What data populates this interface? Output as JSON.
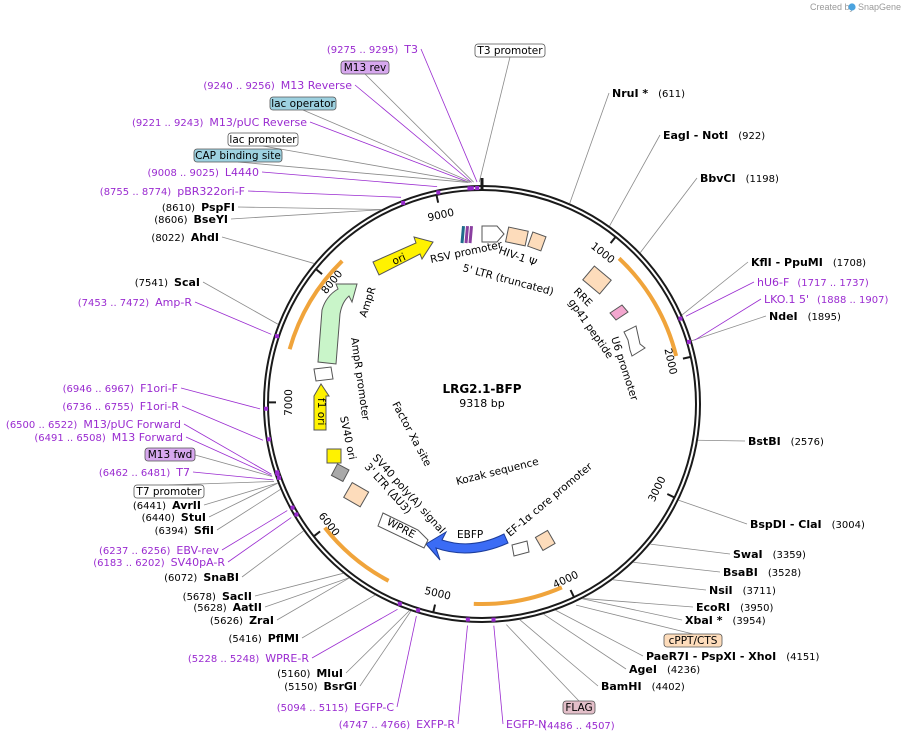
{
  "brand": {
    "prefix": "Created by",
    "name": "SnapGene"
  },
  "plasmid": {
    "name": "LRG2.1-BFP",
    "length": "9318 bp"
  },
  "ticks": [
    {
      "label": "1000",
      "pos": 1000
    },
    {
      "label": "2000",
      "pos": 2000
    },
    {
      "label": "3000",
      "pos": 3000
    },
    {
      "label": "4000",
      "pos": 4000
    },
    {
      "label": "5000",
      "pos": 5000
    },
    {
      "label": "6000",
      "pos": 6000
    },
    {
      "label": "7000",
      "pos": 7000
    },
    {
      "label": "8000",
      "pos": 8000
    },
    {
      "label": "9000",
      "pos": 9000
    }
  ],
  "enzymes": [
    {
      "name": "NruI *",
      "pos": "(611)",
      "site": 611,
      "side": "right"
    },
    {
      "name": "EagI",
      "sep": " - ",
      "name2": "NotI",
      "pos": "(922)",
      "site": 922,
      "side": "right"
    },
    {
      "name": "BbvCI",
      "pos": "(1198)",
      "site": 1198,
      "side": "right"
    },
    {
      "name": "KflI",
      "sep": " - ",
      "name2": "PpuMI",
      "pos": "(1708)",
      "site": 1708,
      "side": "right"
    },
    {
      "name": "NdeI",
      "pos": "(1895)",
      "site": 1895,
      "side": "right"
    },
    {
      "name": "BstBI",
      "pos": "(2576)",
      "site": 2576,
      "side": "right"
    },
    {
      "name": "BspDI",
      "sep": " - ",
      "name2": "ClaI",
      "pos": "(3004)",
      "site": 3004,
      "side": "right"
    },
    {
      "name": "SwaI",
      "pos": "(3359)",
      "site": 3359,
      "side": "right"
    },
    {
      "name": "BsaBI",
      "pos": "(3528)",
      "site": 3528,
      "side": "right"
    },
    {
      "name": "NsiI",
      "pos": "(3711)",
      "site": 3711,
      "side": "right"
    },
    {
      "name": "EcoRI",
      "pos": "(3950)",
      "site": 3950,
      "side": "right"
    },
    {
      "name": "XbaI *",
      "pos": "(3954)",
      "site": 3954,
      "side": "right"
    },
    {
      "name": "PaeR7I",
      "sep": " - ",
      "name2": "PspXI",
      "sep2": " - ",
      "name3": "XhoI",
      "pos": "(4151)",
      "site": 4151,
      "side": "right"
    },
    {
      "name": "AgeI",
      "pos": "(4236)",
      "site": 4236,
      "side": "right"
    },
    {
      "name": "BamHI",
      "pos": "(4402)",
      "site": 4402,
      "side": "right"
    },
    {
      "name": "BsrGI",
      "pos": "(5150)",
      "site": 5150,
      "side": "left"
    },
    {
      "name": "MluI",
      "pos": "(5160)",
      "site": 5160,
      "side": "left"
    },
    {
      "name": "PflMI",
      "pos": "(5416)",
      "site": 5416,
      "side": "left"
    },
    {
      "name": "ZraI",
      "pos": "(5626)",
      "site": 5626,
      "side": "left"
    },
    {
      "name": "AatII",
      "pos": "(5628)",
      "site": 5628,
      "side": "left"
    },
    {
      "name": "SacII",
      "pos": "(5678)",
      "site": 5678,
      "side": "left"
    },
    {
      "name": "SnaBI",
      "pos": "(6072)",
      "site": 6072,
      "side": "left"
    },
    {
      "name": "SfiI",
      "pos": "(6394)",
      "site": 6394,
      "side": "left"
    },
    {
      "name": "StuI",
      "pos": "(6440)",
      "site": 6440,
      "side": "left"
    },
    {
      "name": "AvrII",
      "pos": "(6441)",
      "site": 6441,
      "side": "left"
    },
    {
      "name": "ScaI",
      "pos": "(7541)",
      "site": 7541,
      "side": "left"
    },
    {
      "name": "AhdI",
      "pos": "(8022)",
      "site": 8022,
      "side": "left"
    },
    {
      "name": "BseYI",
      "pos": "(8606)",
      "site": 8606,
      "side": "left"
    },
    {
      "name": "PspFI",
      "pos": "(8610)",
      "site": 8610,
      "side": "left"
    }
  ],
  "primers": [
    {
      "name": "T3",
      "range": "(9275 .. 9295)",
      "site": 9285,
      "side": "left"
    },
    {
      "name": "M13 Reverse",
      "range": "(9240 .. 9256)",
      "site": 9248,
      "side": "left"
    },
    {
      "name": "M13/pUC Reverse",
      "range": "(9221 .. 9243)",
      "site": 9232,
      "side": "left"
    },
    {
      "name": "L4440",
      "range": "(9008 .. 9025)",
      "site": 9016,
      "side": "left"
    },
    {
      "name": "pBR322ori-F",
      "range": "(8755 .. 8774)",
      "site": 8764,
      "side": "left"
    },
    {
      "name": "Amp-R",
      "range": "(7453 .. 7472)",
      "site": 7462,
      "side": "left"
    },
    {
      "name": "F1ori-F",
      "range": "(6946 .. 6967)",
      "site": 6956,
      "side": "left"
    },
    {
      "name": "F1ori-R",
      "range": "(6736 .. 6755)",
      "site": 6745,
      "side": "left"
    },
    {
      "name": "M13/pUC Forward",
      "range": "(6500 .. 6522)",
      "site": 6511,
      "side": "left"
    },
    {
      "name": "M13 Forward",
      "range": "(6491 .. 6508)",
      "site": 6500,
      "side": "left"
    },
    {
      "name": "T7",
      "range": "(6462 .. 6481)",
      "site": 6471,
      "side": "left"
    },
    {
      "name": "EBV-rev",
      "range": "(6237 .. 6256)",
      "site": 6246,
      "side": "left"
    },
    {
      "name": "SV40pA-R",
      "range": "(6183 .. 6202)",
      "site": 6192,
      "side": "left"
    },
    {
      "name": "WPRE-R",
      "range": "(5228 .. 5248)",
      "site": 5238,
      "side": "left"
    },
    {
      "name": "EGFP-C",
      "range": "(5094 .. 5115)",
      "site": 5104,
      "side": "left"
    },
    {
      "name": "EXFP-R",
      "range": "(4747 .. 4766)",
      "site": 4756,
      "side": "left"
    },
    {
      "name": "EGFP-N",
      "range": "",
      "site": 4580,
      "side": "right"
    },
    {
      "name": "hU6-F",
      "range": "(1717 .. 1737)",
      "site": 1727,
      "side": "right"
    },
    {
      "name": "LKO.1 5'",
      "range": "(1888 .. 1907)",
      "site": 1897,
      "side": "right"
    }
  ],
  "boxes": [
    {
      "name": "T3 promoter",
      "style": "white",
      "site": 9300
    },
    {
      "name": "M13 rev",
      "style": "purple",
      "site": 9262
    },
    {
      "name": "lac operator",
      "style": "teal",
      "site": 9250
    },
    {
      "name": "lac promoter",
      "style": "white",
      "site": 9240
    },
    {
      "name": "CAP binding site",
      "style": "teal",
      "site": 9225
    },
    {
      "name": "M13 fwd",
      "style": "purple",
      "site": 6495
    },
    {
      "name": "T7 promoter",
      "style": "white",
      "site": 6460
    },
    {
      "name": "cPPT/CTS",
      "style": "peach",
      "site": 4010
    },
    {
      "name": "FLAG",
      "style": "pink",
      "range": "(4486 .. 4507)",
      "site": 4496
    }
  ],
  "features": [
    {
      "name": "RSV promoter",
      "color": "#ffffff"
    },
    {
      "name": "5' LTR (truncated)",
      "color": "#fddcbb"
    },
    {
      "name": "HIV-1 Ψ",
      "color": "#fddcbb"
    },
    {
      "name": "RRE",
      "color": "#fddcbb"
    },
    {
      "name": "gp41 peptide",
      "color": "#f3a7cf"
    },
    {
      "name": "U6 promoter",
      "color": "#ffffff"
    },
    {
      "name": "EF-1α core promoter",
      "color": "#ffffff"
    },
    {
      "name": "Kozak sequence",
      "color": "#ffffff"
    },
    {
      "name": "EBFP",
      "color": "#3b6cf5"
    },
    {
      "name": "WPRE",
      "color": "#fddcbb"
    },
    {
      "name": "3' LTR (ΔU3)",
      "color": "#fddcbb"
    },
    {
      "name": "SV40 poly(A) signal",
      "color": "#a9a9a9"
    },
    {
      "name": "Factor Xa site",
      "color": "#ffffff"
    },
    {
      "name": "SV40 ori",
      "color": "#fff200"
    },
    {
      "name": "f1 ori",
      "color": "#fff200"
    },
    {
      "name": "AmpR promoter",
      "color": "#ffffff"
    },
    {
      "name": "AmpR",
      "color": "#c9f5c9"
    },
    {
      "name": "ori",
      "color": "#fff200"
    }
  ],
  "colors": {
    "backbone": "#1a1a1a",
    "primer": "#9a2bd0",
    "orf_arc": "#f0a43b",
    "teal_box": "#9dd1e0",
    "purple_box": "#d7a8ee",
    "peach_box": "#fddcbb",
    "pink_box": "#e3bfc9"
  }
}
